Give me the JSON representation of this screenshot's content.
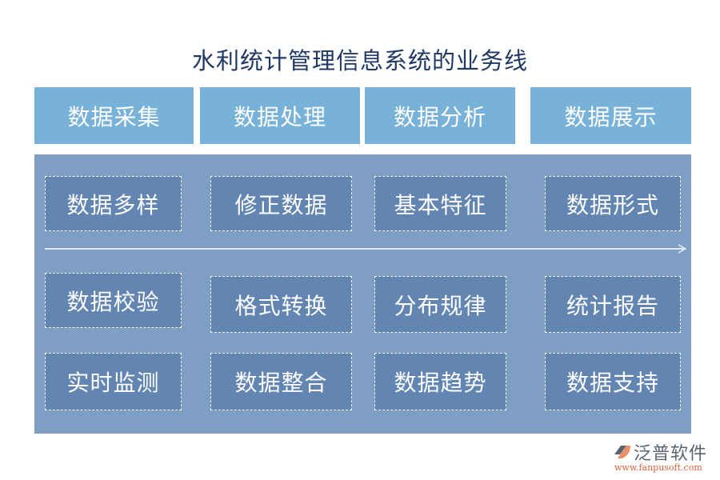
{
  "title": "水利统计管理信息系统的业务线",
  "colors": {
    "title": "#1f3864",
    "header_bg": "#78b2d8",
    "panel_bg": "#7e9ec4",
    "box_bg": "#6285b2",
    "box_border": "#ffffff",
    "logo_accent": "#d8633a"
  },
  "headers": [
    {
      "label": "数据采集"
    },
    {
      "label": "数据处理"
    },
    {
      "label": "数据分析"
    },
    {
      "label": "数据展示"
    }
  ],
  "columns": [
    {
      "items": [
        "数据多样",
        "数据校验",
        "实时监测"
      ]
    },
    {
      "items": [
        "修正数据",
        "格式转换",
        "数据整合"
      ]
    },
    {
      "items": [
        "基本特征",
        "分布规律",
        "数据趋势"
      ]
    },
    {
      "items": [
        "数据形式",
        "统计报告",
        "数据支持"
      ]
    }
  ],
  "logo": {
    "name": "泛普软件",
    "url": "www.fanpusoft.com"
  }
}
